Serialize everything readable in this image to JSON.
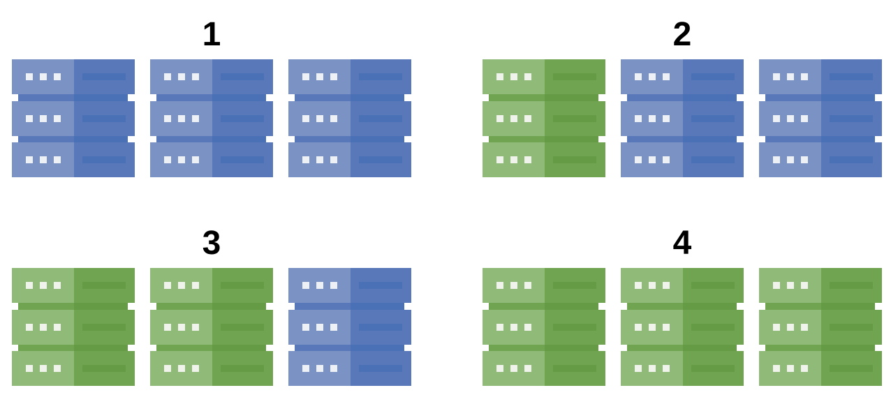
{
  "diagram": {
    "description": "Four-stage server rack rollout diagram",
    "rack_states": {
      "original": "blue",
      "updated": "green"
    },
    "units_per_rack": 3,
    "leds_per_unit": 3,
    "racks_per_group": 3
  },
  "groups": [
    {
      "label": "1",
      "racks": [
        "blue",
        "blue",
        "blue"
      ]
    },
    {
      "label": "2",
      "racks": [
        "green",
        "blue",
        "blue"
      ]
    },
    {
      "label": "3",
      "racks": [
        "green",
        "green",
        "blue"
      ]
    },
    {
      "label": "4",
      "racks": [
        "green",
        "green",
        "green"
      ]
    }
  ],
  "colors": {
    "background": "#ffffff",
    "label_text": "#000000",
    "notch": "#ffffff",
    "blue": {
      "light": "#7b92c5",
      "dark": "#5878ba",
      "bar": "#4a70b5",
      "led": "#edf1f6"
    },
    "green": {
      "light": "#90ba78",
      "dark": "#70a450",
      "bar": "#669b45",
      "led": "#eff3ec"
    }
  }
}
